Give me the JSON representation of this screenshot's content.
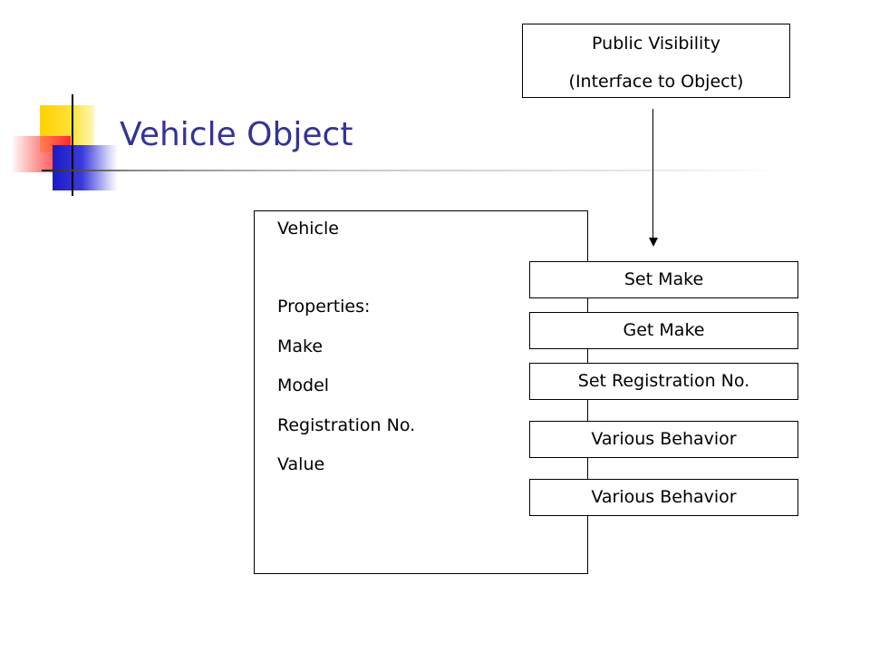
{
  "title": "Vehicle Object",
  "callout": {
    "line1": "Public Visibility",
    "line2": "(Interface to Object)"
  },
  "vehicle": {
    "name": "Vehicle",
    "properties_label": "Properties:",
    "properties": [
      "Make",
      "Model",
      "Registration No.",
      "Value"
    ]
  },
  "methods": [
    "Set Make",
    "Get Make",
    "Set Registration No.",
    "Various Behavior",
    "Various Behavior"
  ],
  "colors": {
    "title": "#333399",
    "deco_yellow": "#ffd200",
    "deco_red": "#ff2a2a",
    "deco_blue": "#1b1bc8"
  }
}
